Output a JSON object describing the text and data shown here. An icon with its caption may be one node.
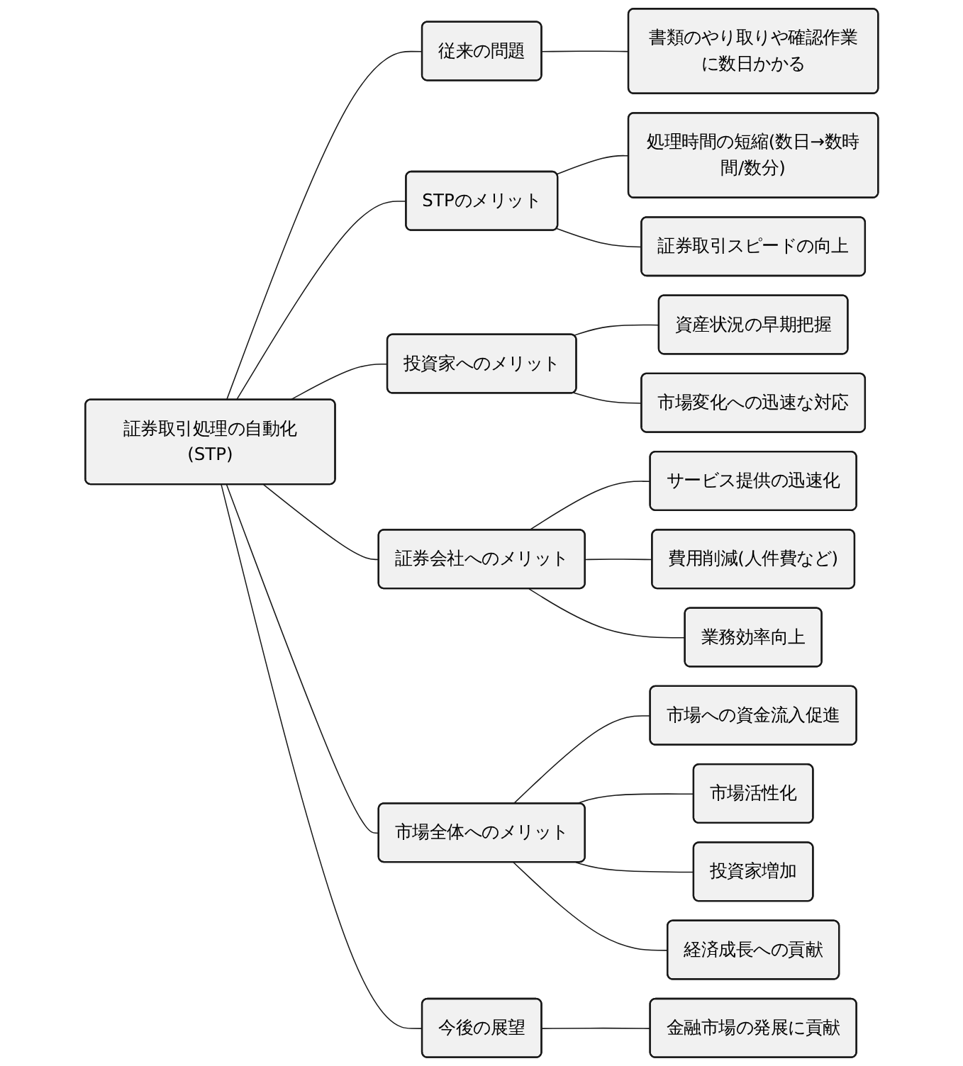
{
  "diagram": {
    "nodes": [
      {
        "text": [
          "証券取引処理の自動化(STP)"
        ]
      },
      {
        "text": [
          "従来の問題"
        ]
      },
      {
        "text": [
          "書類のやり取りや確認作業に数日かかる"
        ]
      },
      {
        "text": [
          "STPのメリット"
        ]
      },
      {
        "text": [
          "処理時間の短縮(数日→数時間/数分)"
        ]
      },
      {
        "text": [
          "証券取引スピードの向上"
        ]
      },
      {
        "text": [
          "投資家へのメリット"
        ]
      },
      {
        "text": [
          "資産状況の早期把握"
        ]
      },
      {
        "text": [
          "市場変化への迅速な対応"
        ]
      },
      {
        "text": [
          "証券会社へのメリット"
        ]
      },
      {
        "text": [
          "サービス提供の迅速化"
        ]
      },
      {
        "text": [
          "費用削減(人件費など)"
        ]
      },
      {
        "text": [
          "業務効率向上"
        ]
      },
      {
        "text": [
          "市場全体へのメリット"
        ]
      },
      {
        "text": [
          "市場への資金流入促進"
        ]
      },
      {
        "text": [
          "市場活性化"
        ]
      },
      {
        "text": [
          "投資家増加"
        ]
      },
      {
        "text": [
          "経済成長への貢献"
        ]
      },
      {
        "text": [
          "今後の展望"
        ]
      },
      {
        "text": [
          "金融市場の発展に貢献"
        ]
      }
    ],
    "edges": [
      {
        "from": 0,
        "to": 1,
        "arrow": "none"
      },
      {
        "from": 1,
        "to": 2,
        "arrow": "none"
      },
      {
        "from": 0,
        "to": 3,
        "arrow": "none"
      },
      {
        "from": 3,
        "to": 4,
        "arrow": "none"
      },
      {
        "from": 3,
        "to": 5,
        "arrow": "none"
      },
      {
        "from": 0,
        "to": 6,
        "arrow": "none"
      },
      {
        "from": 6,
        "to": 7,
        "arrow": "none"
      },
      {
        "from": 6,
        "to": 8,
        "arrow": "none"
      },
      {
        "from": 0,
        "to": 9,
        "arrow": "none"
      },
      {
        "from": 9,
        "to": 10,
        "arrow": "none"
      },
      {
        "from": 9,
        "to": 11,
        "arrow": "none"
      },
      {
        "from": 9,
        "to": 12,
        "arrow": "none"
      },
      {
        "from": 0,
        "to": 13,
        "arrow": "none"
      },
      {
        "from": 13,
        "to": 14,
        "arrow": "none"
      },
      {
        "from": 13,
        "to": 15,
        "arrow": "none"
      },
      {
        "from": 13,
        "to": 16,
        "arrow": "none"
      },
      {
        "from": 13,
        "to": 17,
        "arrow": "none"
      },
      {
        "from": 0,
        "to": 18,
        "arrow": "none"
      },
      {
        "from": 18,
        "to": 19,
        "arrow": "none"
      }
    ]
  }
}
